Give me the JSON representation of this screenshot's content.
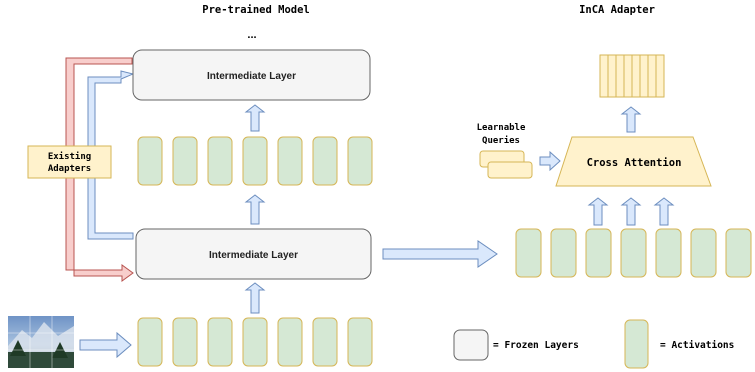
{
  "titles": {
    "left": "Pre-trained Model",
    "right": "InCA Adapter"
  },
  "ellipsis": "...",
  "layers": {
    "top": "Intermediate Layer",
    "middle": "Intermediate Layer"
  },
  "existing_adapters": [
    "Existing",
    "Adapters"
  ],
  "learnable_queries": [
    "Learnable",
    "Queries"
  ],
  "cross_attention": "Cross Attention",
  "legend": {
    "frozen": "= Frozen Layers",
    "activations": "= Activations"
  },
  "colors": {
    "activation_fill": "#d5e8d4",
    "activation_stroke": "#d6b656",
    "arrow_fill": "#dae8fc",
    "arrow_stroke": "#6c8ebf",
    "adapter_fill": "#f8cecc",
    "adapter_stroke": "#b85450",
    "note_fill": "#fff2cc"
  },
  "icons": {
    "input_image": "landscape-photo-icon"
  }
}
